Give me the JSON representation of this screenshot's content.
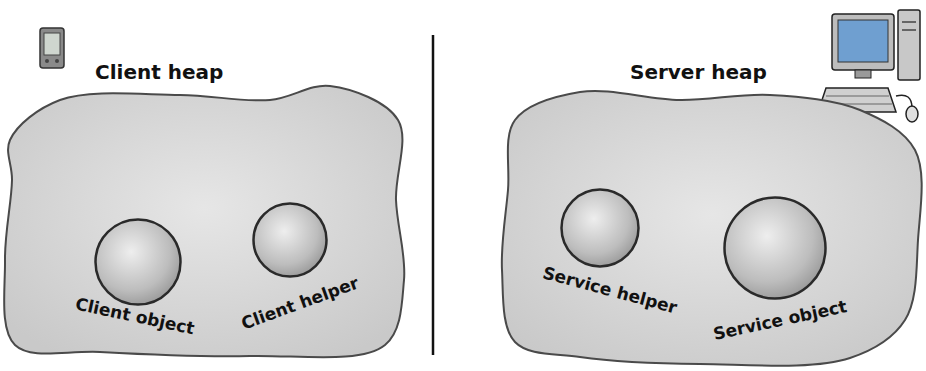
{
  "diagram": {
    "nodes": [
      {
        "text": [
          "Client heap"
        ]
      },
      {
        "text": [
          "Client object"
        ],
        "in": 0
      },
      {
        "text": [
          "Client helper"
        ],
        "in": 0
      },
      {
        "text": [
          "Server heap"
        ]
      },
      {
        "text": [
          "Service helper"
        ],
        "in": 3
      },
      {
        "text": [
          "Service object"
        ],
        "in": 3
      }
    ]
  }
}
